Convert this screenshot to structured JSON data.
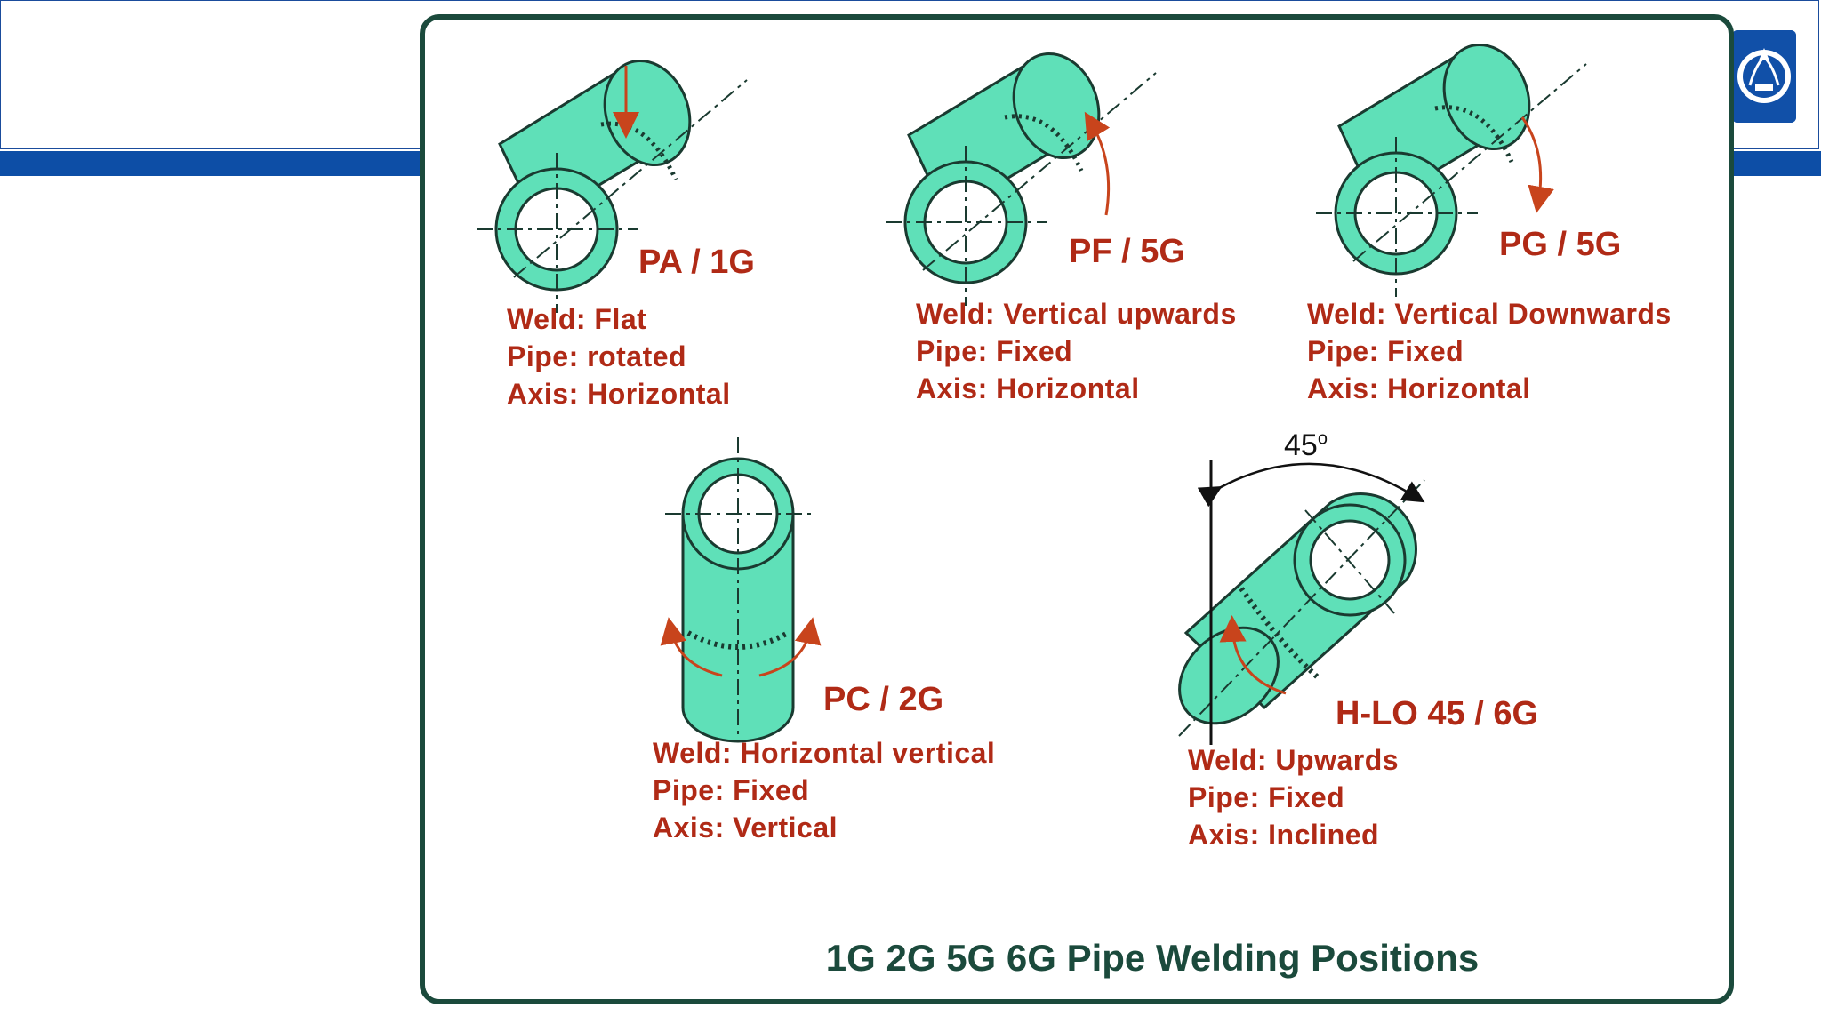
{
  "diagram": {
    "caption": "1G 2G 5G 6G Pipe Welding Positions",
    "colors": {
      "pipe_fill": "#5fe0b8",
      "pipe_stroke": "#1a3a30",
      "label_text": "#b02a16",
      "arrow": "#c8441c",
      "frame": "#1b4a3c",
      "header_band": "#0d4ea6"
    },
    "angle_label": "45",
    "angle_unit": "o",
    "positions": [
      {
        "code": "PA / 1G",
        "weld": "Weld: Flat",
        "pipe": "Pipe: rotated",
        "axis": "Axis: Horizontal"
      },
      {
        "code": "PF / 5G",
        "weld": "Weld: Vertical upwards",
        "pipe": "Pipe: Fixed",
        "axis": "Axis: Horizontal"
      },
      {
        "code": "PG / 5G",
        "weld": "Weld: Vertical Downwards",
        "pipe": "Pipe: Fixed",
        "axis": "Axis: Horizontal"
      },
      {
        "code": "PC / 2G",
        "weld": "Weld: Horizontal vertical",
        "pipe": "Pipe: Fixed",
        "axis": "Axis: Vertical"
      },
      {
        "code": "H-LO 45 / 6G",
        "weld": "Weld: Upwards",
        "pipe": "Pipe: Fixed",
        "axis": "Axis: Inclined"
      }
    ]
  },
  "header": {
    "logo_icon": "university-crest-icon"
  }
}
